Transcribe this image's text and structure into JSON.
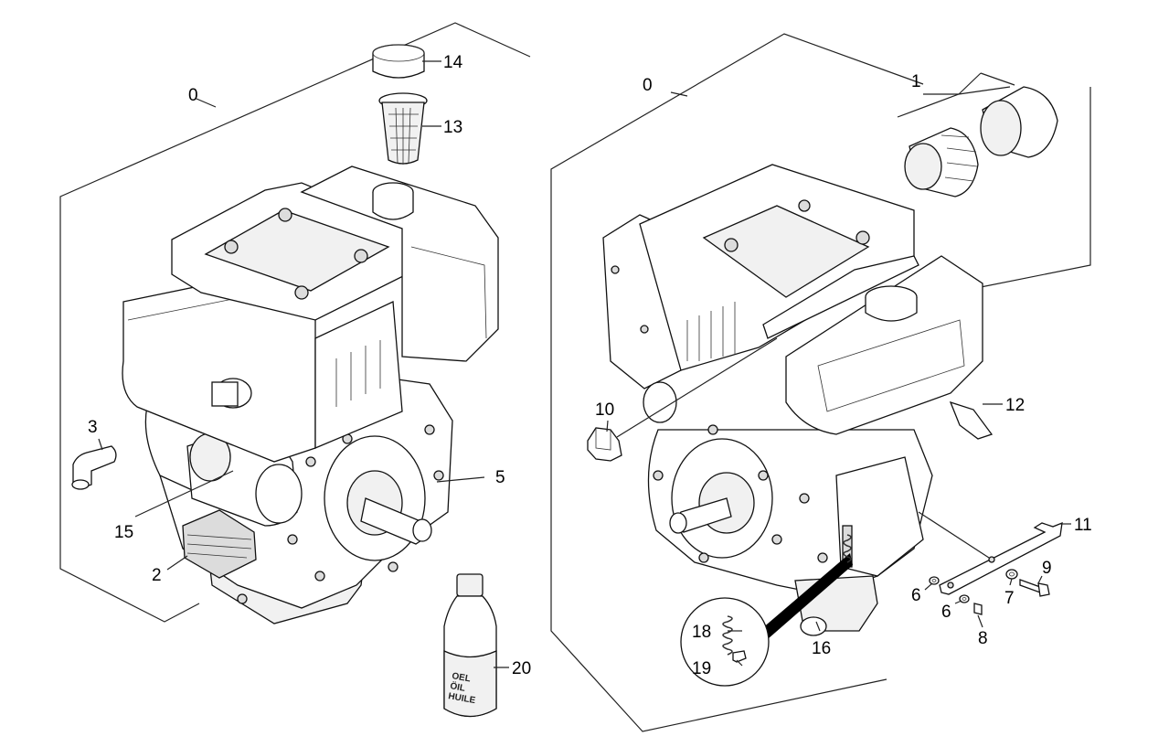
{
  "labels": {
    "left_group": "0",
    "right_group": "0",
    "p1": "1",
    "p2": "2",
    "p3": "3",
    "p5": "5",
    "p6a": "6",
    "p6b": "6",
    "p7": "7",
    "p8": "8",
    "p9": "9",
    "p10": "10",
    "p11": "11",
    "p12": "12",
    "p13": "13",
    "p14": "14",
    "p15": "15",
    "p16": "16",
    "p18": "18",
    "p19": "19",
    "p20": "20"
  },
  "bottle_text": [
    "OEL",
    "ÖIL",
    "HUILE"
  ]
}
